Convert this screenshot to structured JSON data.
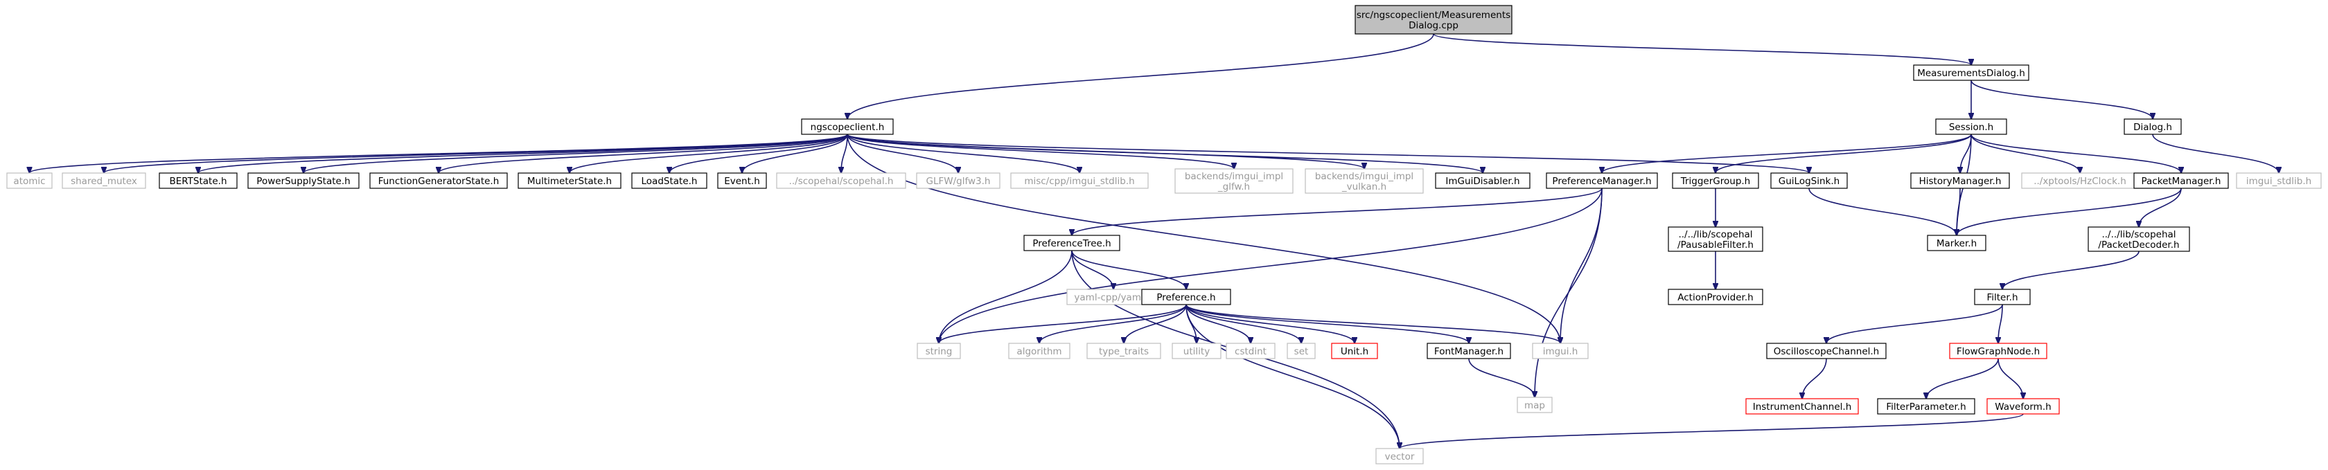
{
  "colors": {
    "edge": "#191970",
    "box_normal": "#000000",
    "box_external": "#bfbfbf",
    "box_incomplete": "#ff0000",
    "root_fill": "#bfbfbf",
    "text_normal": "#000000",
    "text_external": "#9a9a9a"
  },
  "nodes": [
    {
      "id": "root",
      "lines": [
        "src/ngscopeclient/Measurements",
        "Dialog.cpp"
      ],
      "style": "root"
    },
    {
      "id": "ngscopeclient_h",
      "lines": [
        "ngscopeclient.h"
      ],
      "style": "normal"
    },
    {
      "id": "measurementsdialog_h",
      "lines": [
        "MeasurementsDialog.h"
      ],
      "style": "normal"
    },
    {
      "id": "atomic",
      "lines": [
        "atomic"
      ],
      "style": "external"
    },
    {
      "id": "shared_mutex",
      "lines": [
        "shared_mutex"
      ],
      "style": "external"
    },
    {
      "id": "bertstate_h",
      "lines": [
        "BERTState.h"
      ],
      "style": "normal"
    },
    {
      "id": "powersupplystate_h",
      "lines": [
        "PowerSupplyState.h"
      ],
      "style": "normal"
    },
    {
      "id": "functiongeneratorstate_h",
      "lines": [
        "FunctionGeneratorState.h"
      ],
      "style": "normal"
    },
    {
      "id": "multimeterstate_h",
      "lines": [
        "MultimeterState.h"
      ],
      "style": "normal"
    },
    {
      "id": "loadstate_h",
      "lines": [
        "LoadState.h"
      ],
      "style": "normal"
    },
    {
      "id": "event_h",
      "lines": [
        "Event.h"
      ],
      "style": "normal"
    },
    {
      "id": "scopehal_h",
      "lines": [
        "../scopehal/scopehal.h"
      ],
      "style": "external"
    },
    {
      "id": "glfw3_h",
      "lines": [
        "GLFW/glfw3.h"
      ],
      "style": "external"
    },
    {
      "id": "imgui_stdlib_misc",
      "lines": [
        "misc/cpp/imgui_stdlib.h"
      ],
      "style": "external"
    },
    {
      "id": "imgui_impl_glfw",
      "lines": [
        "backends/imgui_impl",
        "_glfw.h"
      ],
      "style": "external"
    },
    {
      "id": "imgui_impl_vulkan",
      "lines": [
        "backends/imgui_impl",
        "_vulkan.h"
      ],
      "style": "external"
    },
    {
      "id": "imguidisabler_h",
      "lines": [
        "ImGuiDisabler.h"
      ],
      "style": "normal"
    },
    {
      "id": "session_h",
      "lines": [
        "Session.h"
      ],
      "style": "normal"
    },
    {
      "id": "dialog_h",
      "lines": [
        "Dialog.h"
      ],
      "style": "normal"
    },
    {
      "id": "imgui_stdlib_h",
      "lines": [
        "imgui_stdlib.h"
      ],
      "style": "external"
    },
    {
      "id": "preferencemanager_h",
      "lines": [
        "PreferenceManager.h"
      ],
      "style": "normal"
    },
    {
      "id": "triggergroup_h",
      "lines": [
        "TriggerGroup.h"
      ],
      "style": "normal"
    },
    {
      "id": "guilogsink_h",
      "lines": [
        "GuiLogSink.h"
      ],
      "style": "normal"
    },
    {
      "id": "historymanager_h",
      "lines": [
        "HistoryManager.h"
      ],
      "style": "normal"
    },
    {
      "id": "hzclock_h",
      "lines": [
        "../xptools/HzClock.h"
      ],
      "style": "external"
    },
    {
      "id": "packetmanager_h",
      "lines": [
        "PacketManager.h"
      ],
      "style": "normal"
    },
    {
      "id": "pausablefilter_h",
      "lines": [
        "../../lib/scopehal",
        "/PausableFilter.h"
      ],
      "style": "normal"
    },
    {
      "id": "marker_h",
      "lines": [
        "Marker.h"
      ],
      "style": "normal"
    },
    {
      "id": "packetdecoder_h",
      "lines": [
        "../../lib/scopehal",
        "/PacketDecoder.h"
      ],
      "style": "normal"
    },
    {
      "id": "preferencetree_h",
      "lines": [
        "PreferenceTree.h"
      ],
      "style": "normal"
    },
    {
      "id": "yaml_h",
      "lines": [
        "yaml-cpp/yaml.h"
      ],
      "style": "external"
    },
    {
      "id": "actionprovider_h",
      "lines": [
        "ActionProvider.h"
      ],
      "style": "normal"
    },
    {
      "id": "filter_h",
      "lines": [
        "Filter.h"
      ],
      "style": "normal"
    },
    {
      "id": "preference_h",
      "lines": [
        "Preference.h"
      ],
      "style": "normal"
    },
    {
      "id": "string",
      "lines": [
        "string"
      ],
      "style": "external"
    },
    {
      "id": "algorithm",
      "lines": [
        "algorithm"
      ],
      "style": "external"
    },
    {
      "id": "type_traits",
      "lines": [
        "type_traits"
      ],
      "style": "external"
    },
    {
      "id": "utility",
      "lines": [
        "utility"
      ],
      "style": "external"
    },
    {
      "id": "cstdint",
      "lines": [
        "cstdint"
      ],
      "style": "external"
    },
    {
      "id": "set",
      "lines": [
        "set"
      ],
      "style": "external"
    },
    {
      "id": "unit_h",
      "lines": [
        "Unit.h"
      ],
      "style": "incomplete"
    },
    {
      "id": "fontmanager_h",
      "lines": [
        "FontManager.h"
      ],
      "style": "normal"
    },
    {
      "id": "imgui_h",
      "lines": [
        "imgui.h"
      ],
      "style": "external"
    },
    {
      "id": "oscilloscopechannel_h",
      "lines": [
        "OscilloscopeChannel.h"
      ],
      "style": "normal"
    },
    {
      "id": "flowgraphnode_h",
      "lines": [
        "FlowGraphNode.h"
      ],
      "style": "incomplete"
    },
    {
      "id": "instrumentchannel_h",
      "lines": [
        "InstrumentChannel.h"
      ],
      "style": "incomplete"
    },
    {
      "id": "filterparameter_h",
      "lines": [
        "FilterParameter.h"
      ],
      "style": "normal"
    },
    {
      "id": "waveform_h",
      "lines": [
        "Waveform.h"
      ],
      "style": "incomplete"
    },
    {
      "id": "map",
      "lines": [
        "map"
      ],
      "style": "external"
    },
    {
      "id": "vector",
      "lines": [
        "vector"
      ],
      "style": "external"
    }
  ],
  "edges": [
    [
      "root",
      "ngscopeclient_h"
    ],
    [
      "root",
      "measurementsdialog_h"
    ],
    [
      "ngscopeclient_h",
      "atomic"
    ],
    [
      "ngscopeclient_h",
      "shared_mutex"
    ],
    [
      "ngscopeclient_h",
      "bertstate_h"
    ],
    [
      "ngscopeclient_h",
      "powersupplystate_h"
    ],
    [
      "ngscopeclient_h",
      "functiongeneratorstate_h"
    ],
    [
      "ngscopeclient_h",
      "multimeterstate_h"
    ],
    [
      "ngscopeclient_h",
      "loadstate_h"
    ],
    [
      "ngscopeclient_h",
      "event_h"
    ],
    [
      "ngscopeclient_h",
      "scopehal_h"
    ],
    [
      "ngscopeclient_h",
      "glfw3_h"
    ],
    [
      "ngscopeclient_h",
      "imgui_stdlib_misc"
    ],
    [
      "ngscopeclient_h",
      "imgui_impl_glfw"
    ],
    [
      "ngscopeclient_h",
      "imgui_impl_vulkan"
    ],
    [
      "ngscopeclient_h",
      "imguidisabler_h"
    ],
    [
      "ngscopeclient_h",
      "guilogsink_h"
    ],
    [
      "ngscopeclient_h",
      "imgui_h"
    ],
    [
      "measurementsdialog_h",
      "session_h"
    ],
    [
      "measurementsdialog_h",
      "dialog_h"
    ],
    [
      "dialog_h",
      "imgui_stdlib_h"
    ],
    [
      "session_h",
      "preferencemanager_h"
    ],
    [
      "session_h",
      "triggergroup_h"
    ],
    [
      "session_h",
      "historymanager_h"
    ],
    [
      "session_h",
      "hzclock_h"
    ],
    [
      "session_h",
      "packetmanager_h"
    ],
    [
      "session_h",
      "marker_h"
    ],
    [
      "preferencemanager_h",
      "preferencetree_h"
    ],
    [
      "preferencemanager_h",
      "string"
    ],
    [
      "preferencemanager_h",
      "imgui_h"
    ],
    [
      "preferencemanager_h",
      "map"
    ],
    [
      "triggergroup_h",
      "pausablefilter_h"
    ],
    [
      "pausablefilter_h",
      "actionprovider_h"
    ],
    [
      "guilogsink_h",
      "marker_h"
    ],
    [
      "historymanager_h",
      "marker_h"
    ],
    [
      "packetmanager_h",
      "marker_h"
    ],
    [
      "packetmanager_h",
      "packetdecoder_h"
    ],
    [
      "packetdecoder_h",
      "filter_h"
    ],
    [
      "filter_h",
      "oscilloscopechannel_h"
    ],
    [
      "filter_h",
      "flowgraphnode_h"
    ],
    [
      "oscilloscopechannel_h",
      "instrumentchannel_h"
    ],
    [
      "flowgraphnode_h",
      "filterparameter_h"
    ],
    [
      "flowgraphnode_h",
      "waveform_h"
    ],
    [
      "waveform_h",
      "vector"
    ],
    [
      "preferencetree_h",
      "yaml_h"
    ],
    [
      "preferencetree_h",
      "preference_h"
    ],
    [
      "preferencetree_h",
      "string"
    ],
    [
      "preferencetree_h",
      "vector"
    ],
    [
      "preference_h",
      "string"
    ],
    [
      "preference_h",
      "algorithm"
    ],
    [
      "preference_h",
      "type_traits"
    ],
    [
      "preference_h",
      "utility"
    ],
    [
      "preference_h",
      "cstdint"
    ],
    [
      "preference_h",
      "set"
    ],
    [
      "preference_h",
      "unit_h"
    ],
    [
      "preference_h",
      "fontmanager_h"
    ],
    [
      "preference_h",
      "imgui_h"
    ],
    [
      "preference_h",
      "vector"
    ],
    [
      "fontmanager_h",
      "map"
    ]
  ]
}
